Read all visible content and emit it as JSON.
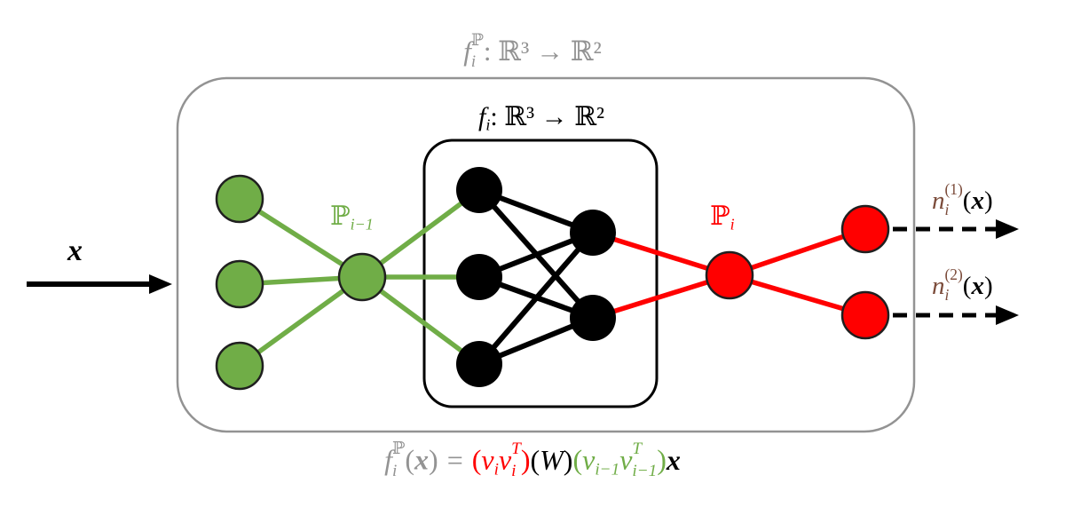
{
  "colors": {
    "background": "#ffffff",
    "green": "#70AD47",
    "red": "#FF0000",
    "black": "#000000",
    "gray": "#939393",
    "brown": "#7B4B3A",
    "node_stroke": "#1f1f1f"
  },
  "top_formula": {
    "f": "f",
    "sup": "ℙ",
    "sub": "i",
    "rest": ": ℝ³ → ℝ²"
  },
  "inner_formula": {
    "f": "f",
    "sub": "i",
    "rest": ": ℝ³ → ℝ²"
  },
  "input_label": "x",
  "projection_labels": {
    "prev": {
      "symbol": "ℙ",
      "sub": "i−1"
    },
    "curr": {
      "symbol": "ℙ",
      "sub": "i"
    }
  },
  "outputs": [
    {
      "n": "n",
      "sup": "(1)",
      "sub": "i",
      "open": "(",
      "x": "x",
      "close": ")"
    },
    {
      "n": "n",
      "sup": "(2)",
      "sub": "i",
      "open": "(",
      "x": "x",
      "close": ")"
    }
  ],
  "bottom_formula": {
    "lhs_f": "f",
    "lhs_sup": "ℙ",
    "lhs_sub": "i",
    "lhs_open": "(",
    "lhs_x": "x",
    "lhs_close": ")",
    "equals": "=",
    "red_open": "(",
    "red_v1": "v",
    "red_v1_sub": "i",
    "red_v2": "v",
    "red_v2_sup": "T",
    "red_v2_sub": "i",
    "red_close": ")",
    "w_open": "(",
    "w": "W",
    "w_close": ")",
    "green_open": "(",
    "green_v1": "v",
    "green_v1_sub": "i−1",
    "green_v2": "v",
    "green_v2_sup": "T",
    "green_v2_sub": "i−1",
    "green_close": ")",
    "x": "x"
  }
}
